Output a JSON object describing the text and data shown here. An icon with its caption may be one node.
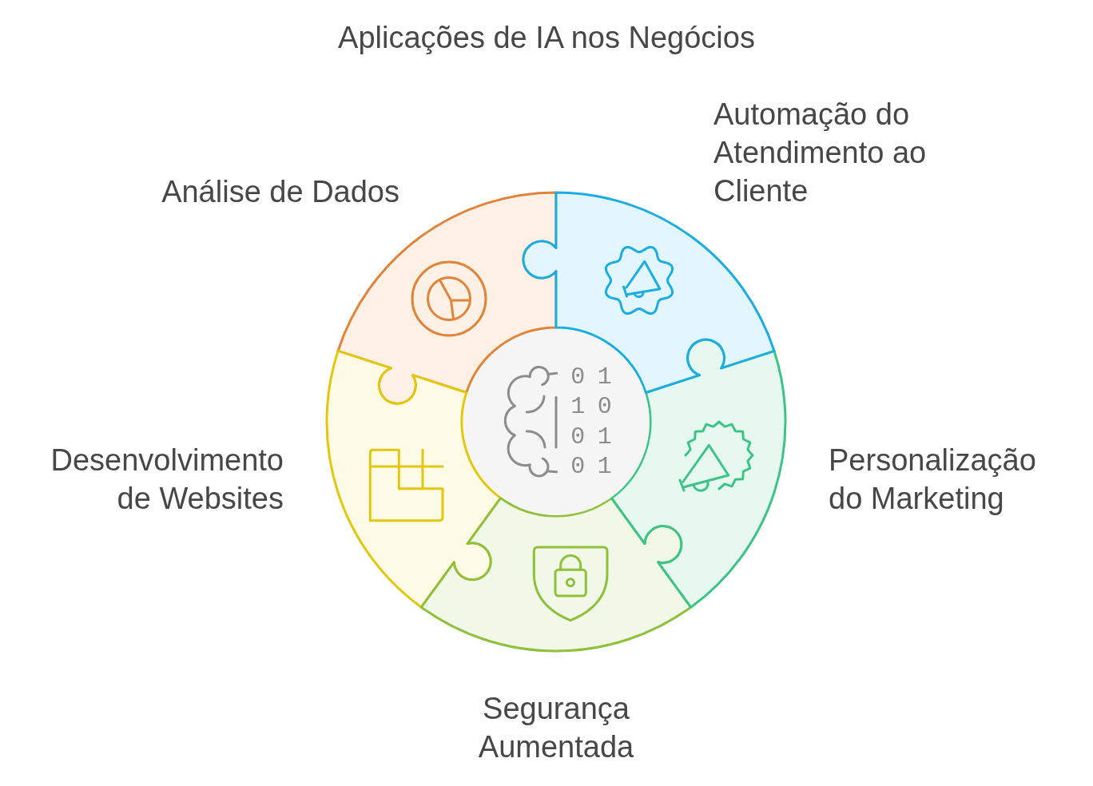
{
  "diagram": {
    "title": "Aplicações de IA nos Negócios",
    "nodes": [
      {
        "text": [
          "Análise de Dados"
        ]
      },
      {
        "text": [
          "Automação do Atendimento ao Cliente"
        ]
      },
      {
        "text": [
          "Personalização do Marketing"
        ]
      },
      {
        "text": [
          "Segurança Aumentada"
        ]
      },
      {
        "text": [
          "Desenvolvimento de Websites"
        ]
      },
      {
        "text": [
          "0 1",
          "1 0",
          "0 1",
          "0 1"
        ]
      }
    ]
  }
}
